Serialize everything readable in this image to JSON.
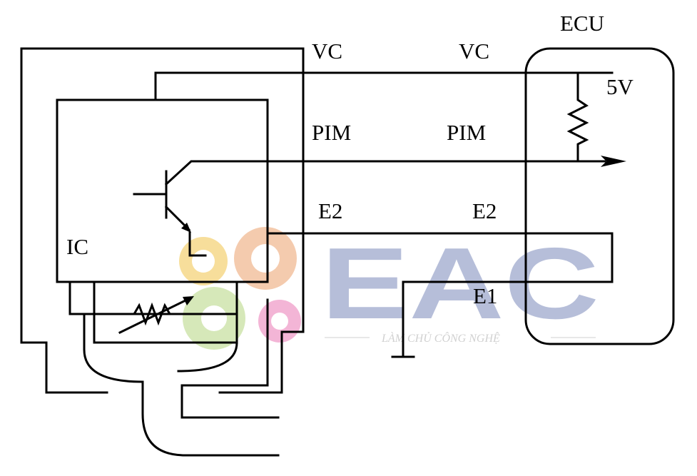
{
  "labels": {
    "vc_sensor": "VC",
    "vc_ecu": "VC",
    "ecu": "ECU",
    "v5": "5V",
    "pim_sensor": "PIM",
    "pim_ecu": "PIM",
    "e2_sensor": "E2",
    "e2_ecu": "E2",
    "e1": "E1",
    "ic": "IC"
  },
  "watermark": {
    "brand": "EAC",
    "tagline": "LÀM CHỦ CÔNG NGHỆ",
    "colors": {
      "letters": "#aab3d3",
      "circle_yellow": "#f6d98a",
      "circle_orange": "#f3c2a0",
      "circle_green": "#cfe5ad",
      "circle_pink": "#f2a9cf"
    }
  }
}
